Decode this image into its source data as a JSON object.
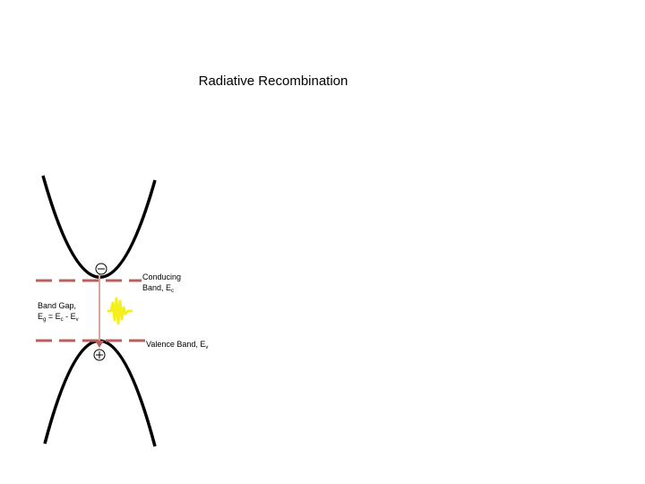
{
  "title": "Radiative Recombination",
  "labels": {
    "conduction_line1": "Conducing",
    "conduction_line2": "Band, E",
    "conduction_sub": "c",
    "gap_line1": "Band Gap,",
    "gap_eq_prefix": "E",
    "gap_sub_g": "g",
    "gap_eq_mid": " = E",
    "gap_sub_c": "c",
    "gap_eq_minus": " - E",
    "gap_sub_v": "v",
    "valence_prefix": "Valence Band, E",
    "valence_sub": "v"
  },
  "symbols": {
    "electron": "−",
    "hole": "+"
  },
  "colors": {
    "band_curve": "#000000",
    "band_level": "#b9605a",
    "transition": "#d9a3a0",
    "photon": "#f5ef1c"
  }
}
